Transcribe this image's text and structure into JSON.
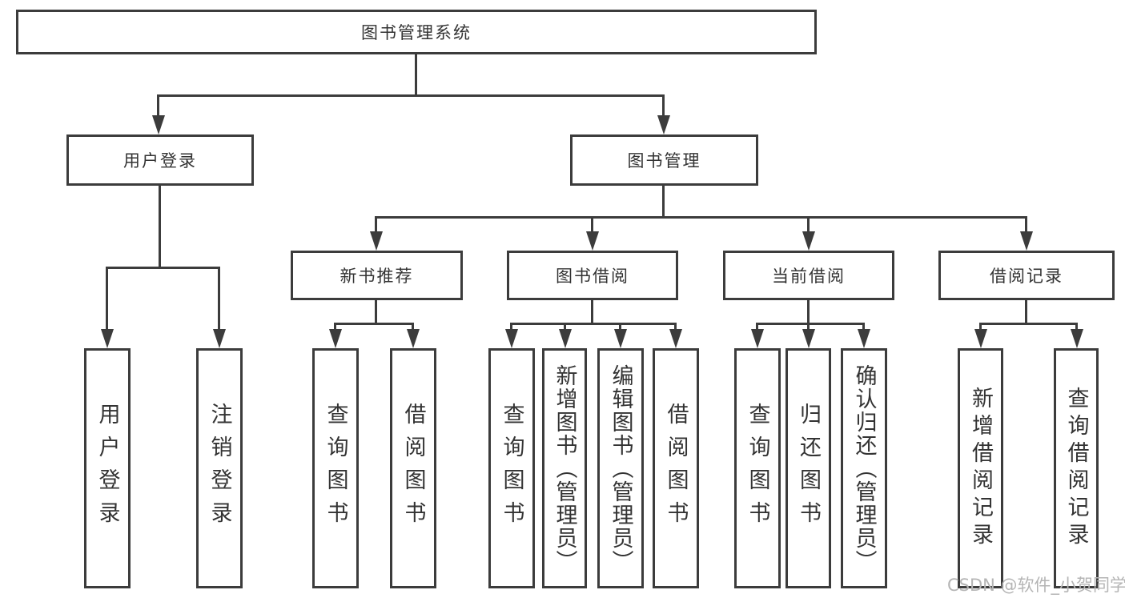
{
  "diagram": {
    "root": "图书管理系统",
    "level2": {
      "user_login": "用户登录",
      "book_mgmt": "图书管理"
    },
    "level3": {
      "new_book": "新书推荐",
      "borrow": "图书借阅",
      "current": "当前借阅",
      "record": "借阅记录"
    },
    "leaves": {
      "user_login": [
        "用户登录",
        "注销登录"
      ],
      "new_book": [
        "查询图书",
        "借阅图书"
      ],
      "borrow": [
        "查询图书",
        "新增图书（管理员）",
        "编辑图书（管理员）",
        "借阅图书"
      ],
      "current": [
        "查询图书",
        "归还图书",
        "确认归还（管理员）"
      ],
      "record": [
        "新增借阅记录",
        "查询借阅记录"
      ]
    },
    "watermark": "CSDN @软件_小贺同学",
    "colors": {
      "line": "#3c3c3c",
      "text": "#333333",
      "watermark": "#b5b5b5",
      "background": "#ffffff"
    }
  }
}
